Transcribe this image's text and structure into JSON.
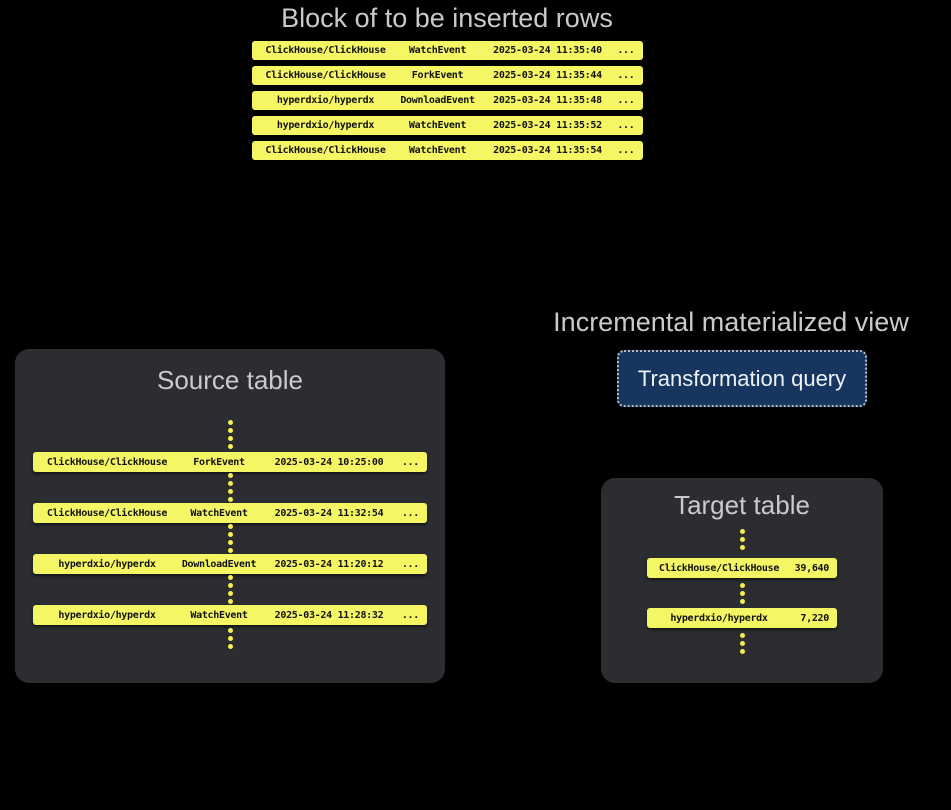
{
  "colors": {
    "background": "#000000",
    "panel_gray": "#2b2d31",
    "title_gray": "#c9cacc",
    "row_yellow": "#f5f663",
    "dot_yellow": "#eff056",
    "row_text": "#121212",
    "button_navy": "#16355f",
    "button_border": "#b6bac0",
    "button_text": "#eef2f6"
  },
  "insert_block": {
    "title": "Block of to be inserted rows",
    "rows": [
      {
        "repo": "ClickHouse/ClickHouse",
        "event": "WatchEvent",
        "timestamp": "2025-03-24 11:35:40",
        "more": "..."
      },
      {
        "repo": "ClickHouse/ClickHouse",
        "event": "ForkEvent",
        "timestamp": "2025-03-24 11:35:44",
        "more": "..."
      },
      {
        "repo": "hyperdxio/hyperdx",
        "event": "DownloadEvent",
        "timestamp": "2025-03-24 11:35:48",
        "more": "..."
      },
      {
        "repo": "hyperdxio/hyperdx",
        "event": "WatchEvent",
        "timestamp": "2025-03-24 11:35:52",
        "more": "..."
      },
      {
        "repo": "ClickHouse/ClickHouse",
        "event": "WatchEvent",
        "timestamp": "2025-03-24 11:35:54",
        "more": "..."
      }
    ]
  },
  "source_table": {
    "title": "Source table",
    "rows": [
      {
        "repo": "ClickHouse/ClickHouse",
        "event": "ForkEvent",
        "timestamp": "2025-03-24 10:25:00",
        "more": "..."
      },
      {
        "repo": "ClickHouse/ClickHouse",
        "event": "WatchEvent",
        "timestamp": "2025-03-24 11:32:54",
        "more": "..."
      },
      {
        "repo": "hyperdxio/hyperdx",
        "event": "DownloadEvent",
        "timestamp": "2025-03-24 11:20:12",
        "more": "..."
      },
      {
        "repo": "hyperdxio/hyperdx",
        "event": "WatchEvent",
        "timestamp": "2025-03-24 11:28:32",
        "more": "..."
      }
    ]
  },
  "materialized_view": {
    "title": "Incremental materialized view",
    "button_label": "Transformation query"
  },
  "target_table": {
    "title": "Target table",
    "rows": [
      {
        "repo": "ClickHouse/ClickHouse",
        "count": "39,640"
      },
      {
        "repo": "hyperdxio/hyperdx",
        "count": "7,220"
      }
    ]
  }
}
